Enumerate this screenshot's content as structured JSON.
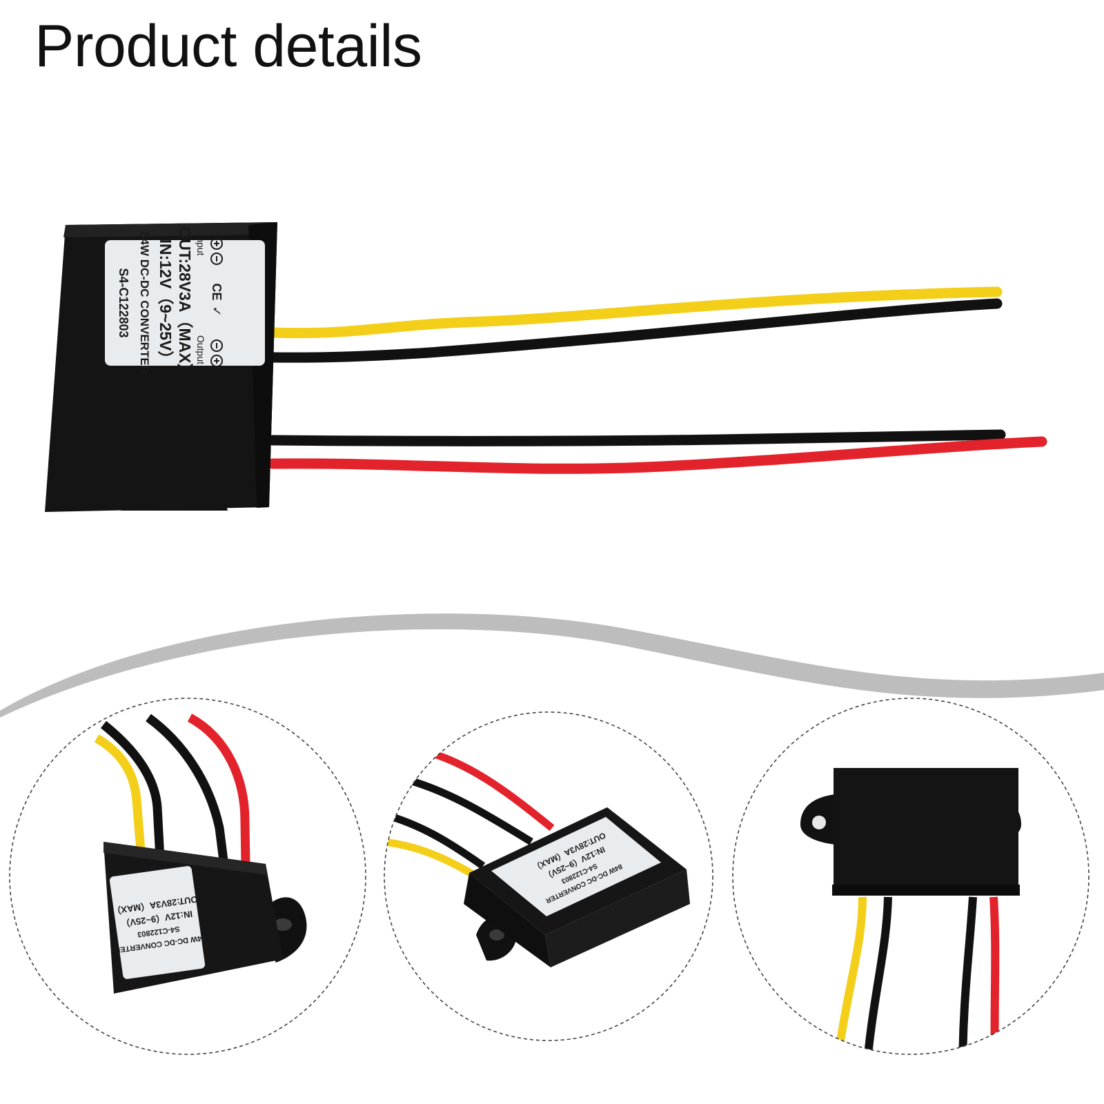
{
  "page": {
    "title": "Product details"
  },
  "product_label": {
    "model": "S4-C122803",
    "name": "84W DC-DC CONVERTER",
    "input_spec": "IN:12V（9~25V）",
    "output_spec": "OUT:28V3A（MAX）",
    "input_text": "Input",
    "output_text": "Output",
    "ce_mark": "CE",
    "check_mark": "✓"
  },
  "colors": {
    "background": "#ffffff",
    "housing": "#141414",
    "label": "#e9ecef",
    "wire_yellow": "#f3cf1a",
    "wire_black": "#111111",
    "wire_red": "#e3232b",
    "swoosh": "#bdbdbd",
    "dashed_circle": "#444444"
  },
  "detail_views": [
    {
      "name": "angled-top-view"
    },
    {
      "name": "side-label-view"
    },
    {
      "name": "mounting-tab-view"
    }
  ]
}
